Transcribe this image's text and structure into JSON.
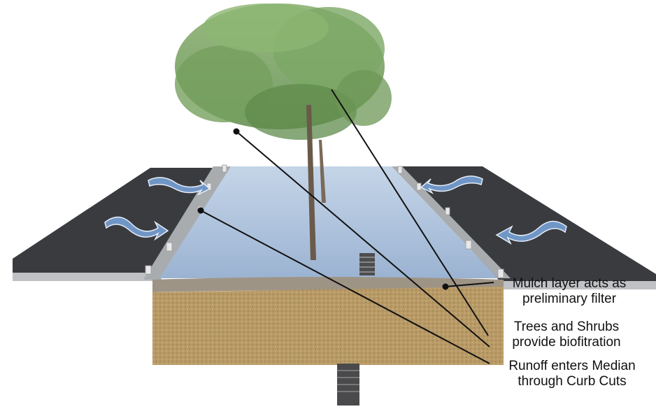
{
  "callouts": {
    "mulch": {
      "line1": "Mulch layer acts as",
      "line2": "preliminary filter"
    },
    "trees": {
      "line1": "Trees and Shrubs",
      "line2": "provide biofitration"
    },
    "runoff": {
      "line1": "Runoff enters Median",
      "line2": "through Curb Cuts"
    }
  },
  "colors": {
    "asphalt": "#3a3b3f",
    "curb": "#b9bcbf",
    "water": "#a9bfd9",
    "mulch": "#9e9486",
    "soil": "#c9a874",
    "foliage": "#6e9a57",
    "arrow": "#6f94c4"
  }
}
